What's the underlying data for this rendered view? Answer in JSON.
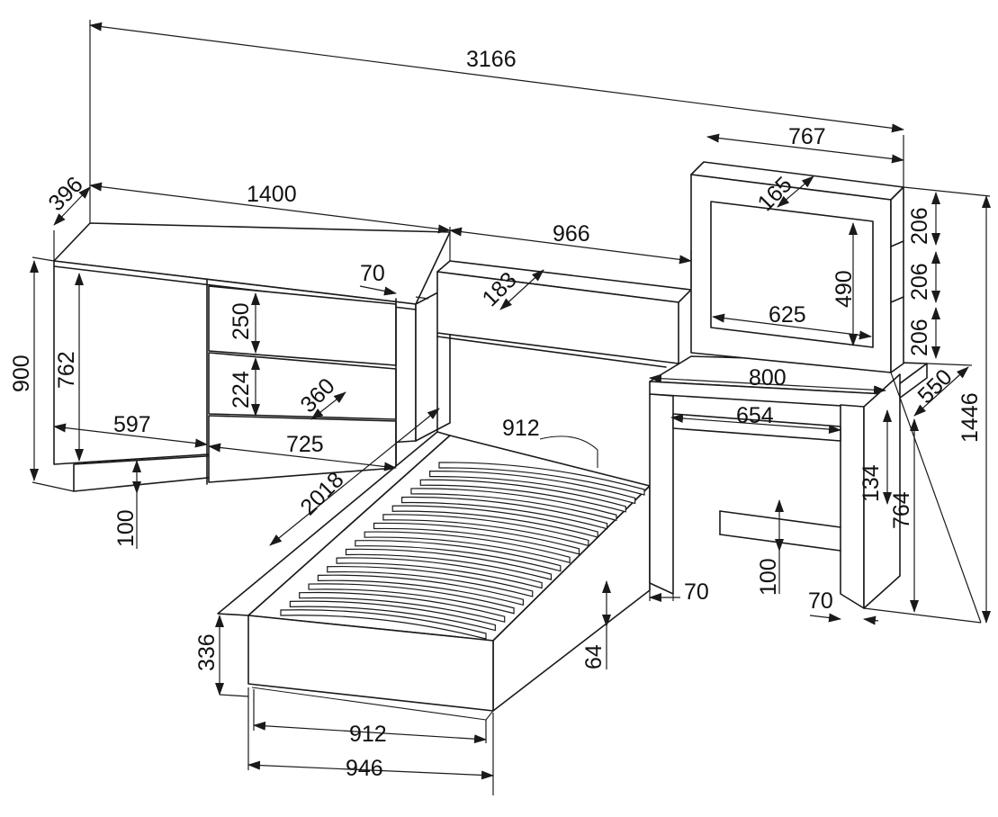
{
  "diagram": {
    "units": "mm",
    "stroke_color": "#1a1a1a",
    "background": "#ffffff",
    "items": [
      {
        "id": "sideboard",
        "dimensions": {
          "width": "1400",
          "depth": "396",
          "height": "900",
          "door_height": "762",
          "left_section": "597",
          "right_section": "725",
          "drawer_top": "250",
          "drawer_mid": "224",
          "drawer_depth": "360",
          "plinth": "100",
          "top_overhang": "70"
        }
      },
      {
        "id": "bed",
        "dimensions": {
          "length": "2018",
          "inner_width": "912",
          "outer_width": "946",
          "height": "336",
          "slat_width": "912",
          "leg": "64",
          "headboard_width": "966",
          "headboard_depth": "183"
        }
      },
      {
        "id": "dressing_table",
        "dimensions": {
          "width": "800",
          "depth": "550",
          "height": "764",
          "drawer_width": "654",
          "drawer_height": "134",
          "leg_gap": "100",
          "side_left": "70",
          "side_right": "70"
        }
      },
      {
        "id": "mirror",
        "dimensions": {
          "width": "767",
          "glass_width": "625",
          "glass_height": "490",
          "shelf_depth": "165",
          "shelf_height": "206",
          "total_height": "1446"
        }
      }
    ],
    "overall_width": "3166"
  },
  "labels": {
    "overall": "3166",
    "mirror_width": "767",
    "sideboard_depth": "396",
    "sideboard_width": "1400",
    "shelf_depth": "165",
    "shelf_1": "206",
    "shelf_2": "206",
    "shelf_3": "206",
    "total_height": "1446",
    "headboard_width": "966",
    "glass_height": "490",
    "headboard_depth": "183",
    "top_overhang": "70",
    "glass_width": "625",
    "drawer_top": "250",
    "sideboard_height": "900",
    "door_height": "762",
    "table_width": "800",
    "table_depth": "550",
    "drawer_mid": "224",
    "drawer_depth": "360",
    "table_drawer_width": "654",
    "left_section": "597",
    "bed_slat_width": "912",
    "right_section": "725",
    "bed_length": "2018",
    "table_drawer_height": "134",
    "table_height": "764",
    "plinth": "100",
    "table_side_left": "70",
    "table_leg_gap": "100",
    "table_side_right": "70",
    "bed_height": "336",
    "bed_leg": "64",
    "bed_inner_width": "912",
    "bed_outer_width": "946"
  }
}
